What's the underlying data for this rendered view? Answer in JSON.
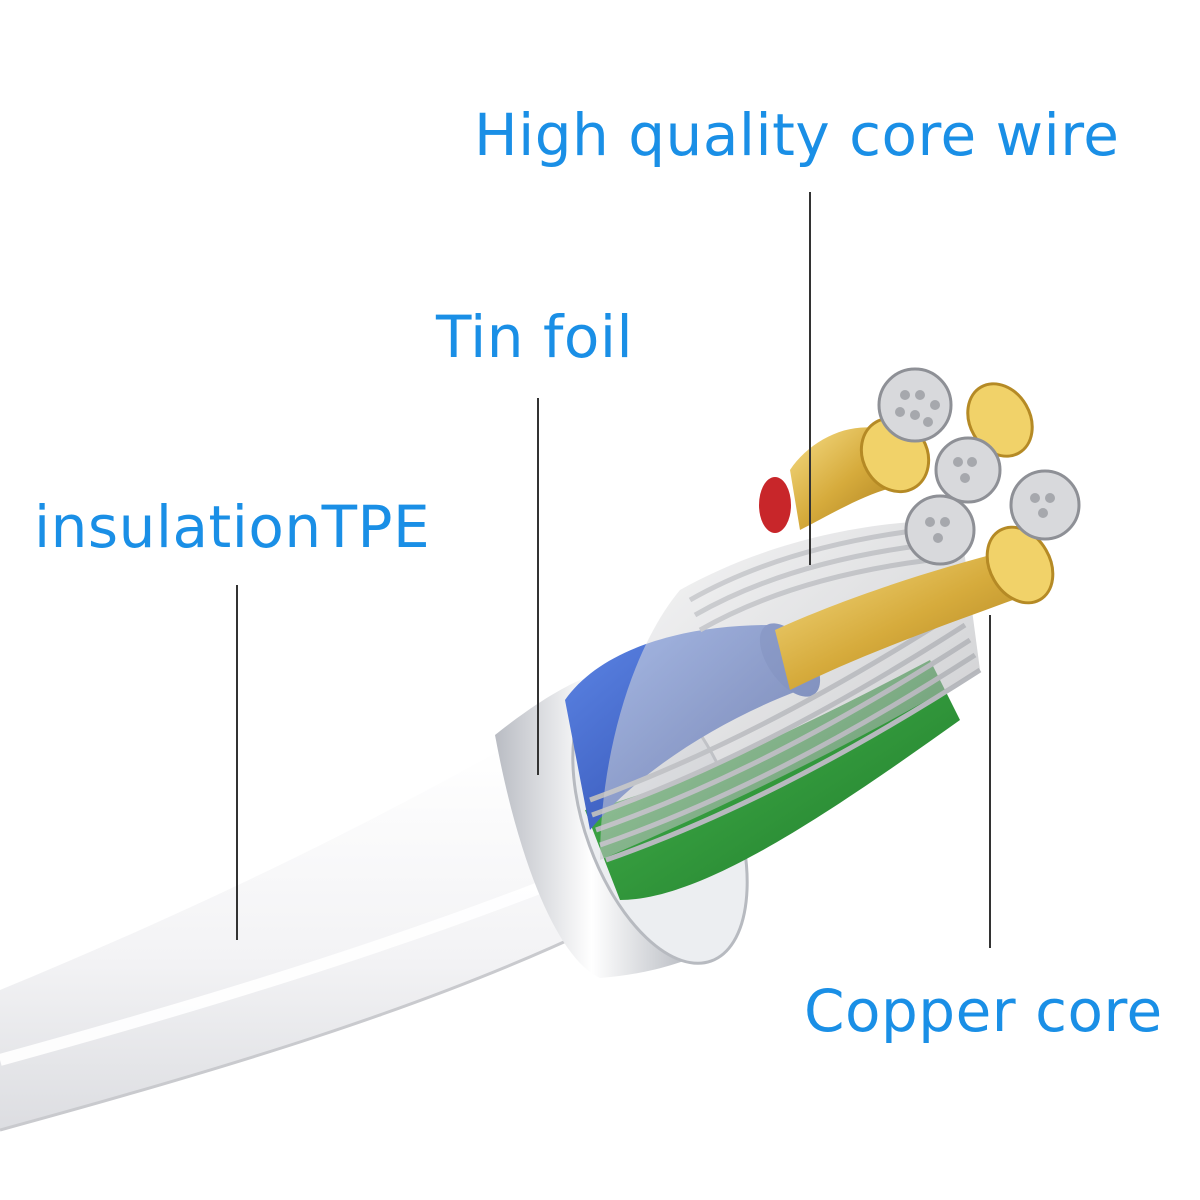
{
  "labels": {
    "core_wire": "High quality core wire",
    "tin_foil": "Tin foil",
    "insulation": "insulationTPE",
    "copper_core": "Copper core"
  },
  "colors": {
    "label_text": "#1a8fe6",
    "leader_line": "#333333",
    "jacket": "#f4f4f6",
    "foil": "#d9dbe0",
    "blue_wire": "#3d62c8",
    "green_wire": "#2f9a3a",
    "copper": "#d9b24a",
    "tin_strands": "#c9c9cc",
    "red_wire": "#c8262a"
  }
}
